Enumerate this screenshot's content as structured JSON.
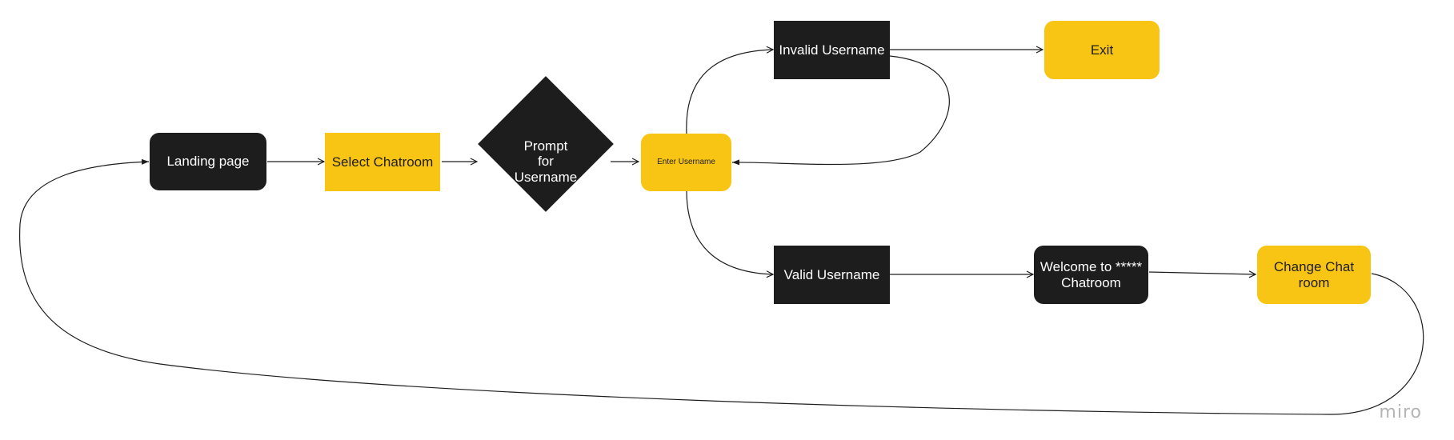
{
  "diagram": {
    "nodes": {
      "landing_page": "Landing page",
      "select_chatroom": "Select Chatroom",
      "prompt_username": "Prompt\nfor\nUsername",
      "enter_username": "Enter Username",
      "invalid_username": "Invalid Username",
      "exit": "Exit",
      "valid_username": "Valid Username",
      "welcome": "Welcome to *****\nChatroom",
      "change_room": "Change Chat\nroom"
    },
    "edges": [
      {
        "from": "landing_page",
        "to": "select_chatroom"
      },
      {
        "from": "select_chatroom",
        "to": "prompt_username"
      },
      {
        "from": "prompt_username",
        "to": "enter_username"
      },
      {
        "from": "enter_username",
        "to": "invalid_username"
      },
      {
        "from": "invalid_username",
        "to": "exit"
      },
      {
        "from": "invalid_username",
        "to": "enter_username"
      },
      {
        "from": "enter_username",
        "to": "valid_username"
      },
      {
        "from": "valid_username",
        "to": "welcome"
      },
      {
        "from": "welcome",
        "to": "change_room"
      },
      {
        "from": "change_room",
        "to": "landing_page"
      }
    ],
    "colors": {
      "dark": "#1d1d1d",
      "yellow": "#f9c514",
      "line": "#1d1d1d"
    }
  },
  "watermark": "miro"
}
